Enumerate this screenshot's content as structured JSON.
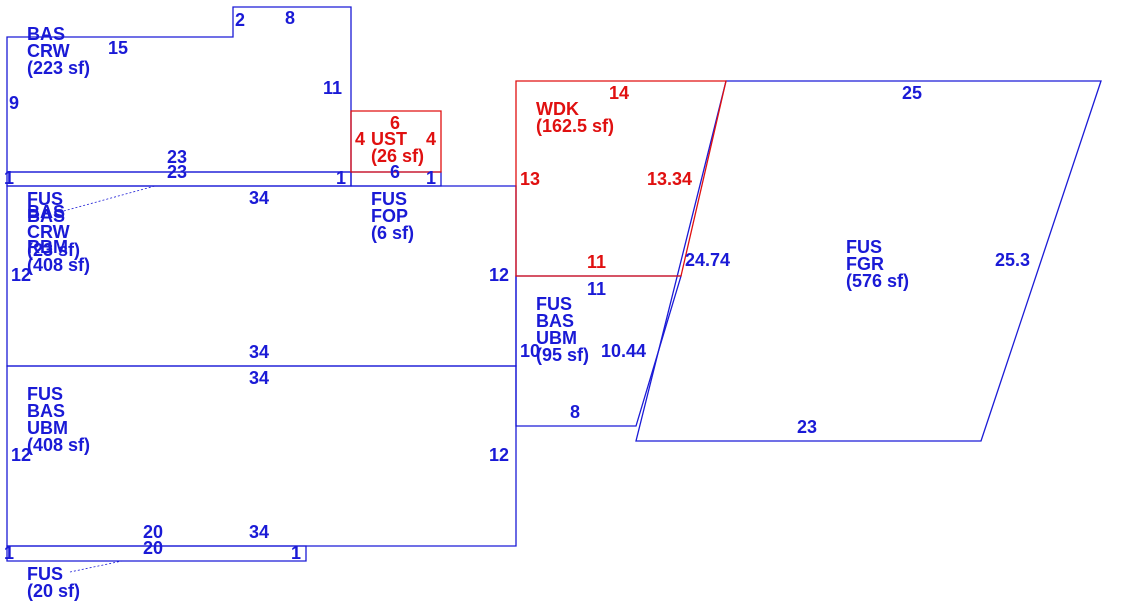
{
  "colors": {
    "main": "#1a1ad6",
    "deck": "#e01010"
  },
  "areas": {
    "bas_crw": {
      "code1": "BAS",
      "code2": "CRW",
      "area": "(223 sf)"
    },
    "fus_bas_crw_rbm": {
      "code1": "FUS",
      "code2": "BAS",
      "code3": "BAS",
      "code4": "CRW",
      "code5": "RBM",
      "area1": "(23 sf)",
      "area2": "(408 sf)"
    },
    "fus_fop": {
      "code1": "FUS",
      "code2": "FOP",
      "area": "(6 sf)"
    },
    "ust": {
      "code": "UST",
      "area": "(26 sf)"
    },
    "wdk": {
      "code": "WDK",
      "area": "(162.5 sf)"
    },
    "fus_bas_ubm_small": {
      "code1": "FUS",
      "code2": "BAS",
      "code3": "UBM",
      "area": "(95 sf)"
    },
    "fus_fgr": {
      "code1": "FUS",
      "code2": "FGR",
      "area": "(576 sf)"
    },
    "fus_bas_ubm_lower": {
      "code1": "FUS",
      "code2": "BAS",
      "code3": "UBM",
      "area": "(408 sf)"
    },
    "fus_small": {
      "code": "FUS",
      "area": "(20 sf)"
    }
  },
  "dims": {
    "crw_top_short": "2",
    "crw_top": "8",
    "crw_step": "15",
    "crw_left": "9",
    "crw_right": "11",
    "strip_top": "23",
    "strip_bottom": "23",
    "strip_left_end": "1",
    "strip_right_end": "1",
    "ust_top": "6",
    "ust_left": "4",
    "ust_right": "4",
    "ust_bottom": "6",
    "fop_right_end": "1",
    "upper_top": "34",
    "upper_bottom": "34",
    "upper_left": "12",
    "upper_right": "12",
    "lower_top": "34",
    "lower_bottom": "34",
    "lower_left": "12",
    "lower_right": "12",
    "lower_strip_top": "20",
    "lower_strip_bottom": "20",
    "lower_strip_left": "1",
    "lower_strip_right": "1",
    "wdk_top": "14",
    "wdk_left": "13",
    "wdk_diag": "13.34",
    "wdk_bottom": "11",
    "ubm_top": "11",
    "ubm_left": "10",
    "ubm_diag": "10.44",
    "ubm_bottom": "8",
    "fgr_top": "25",
    "fgr_left": "24.74",
    "fgr_right": "25.3",
    "fgr_bottom": "23"
  }
}
